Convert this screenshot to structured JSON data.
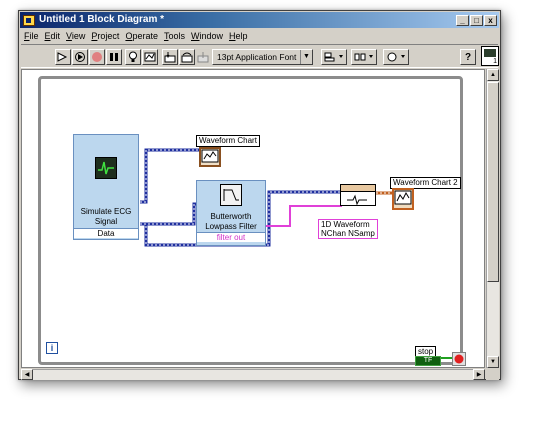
{
  "window": {
    "title": "Untitled 1 Block Diagram *",
    "controls": {
      "minimize": "_",
      "maximize": "□",
      "close": "x"
    }
  },
  "menu": [
    "File",
    "Edit",
    "View",
    "Project",
    "Operate",
    "Tools",
    "Window",
    "Help"
  ],
  "toolbar": {
    "font": "13pt Application Font",
    "help": "?"
  },
  "vi_icon": {
    "number": "1"
  },
  "diagram": {
    "simulate_ecg": {
      "title": "Simulate ECG\nSignal",
      "output": "Data"
    },
    "waveform_chart": {
      "label": "Waveform Chart"
    },
    "butterworth": {
      "title": "Butterworth\nLowpass Filter",
      "output": "filter out"
    },
    "build_waveform": {
      "label": "1D Waveform\nNChan NSamp"
    },
    "waveform_chart_2": {
      "label": "Waveform Chart 2"
    },
    "stop": {
      "label": "stop",
      "value": "TF"
    }
  },
  "colors": {
    "wire_dynamic": "#1f2f9f",
    "wire_waveform": "#c06020",
    "wire_pink": "#e040d8",
    "express_vi_bg": "#bcd7ee"
  }
}
